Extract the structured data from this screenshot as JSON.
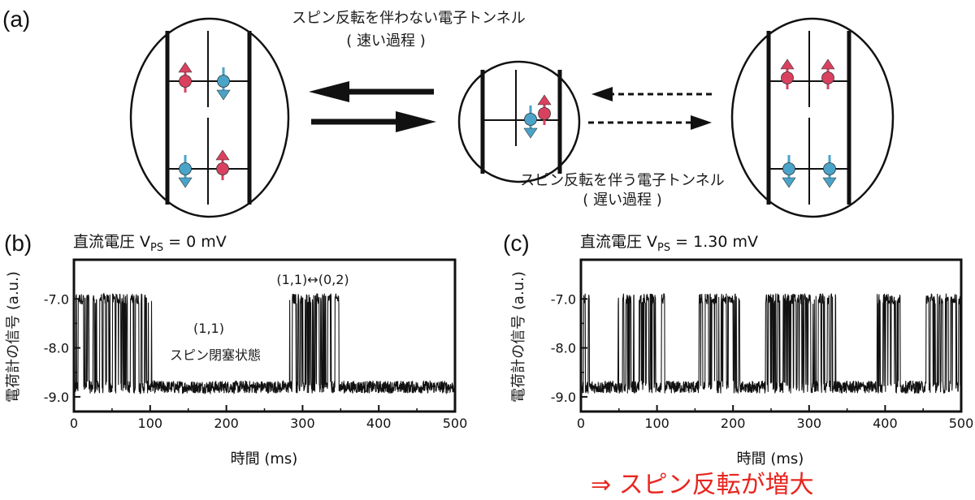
{
  "panel_a": {
    "label": "(a)",
    "top_caption": "スピン反転を伴わない電子トンネル",
    "top_caption_sub": "( 速い過程 )",
    "bottom_caption": "スピン反転を伴う電子トンネル",
    "bottom_caption_sub": "( 遅い過程 )",
    "colors": {
      "spin_up": "#d9415f",
      "spin_down": "#4aa3c8"
    }
  },
  "panel_b": {
    "label": "(b)",
    "header_prefix": "直流電圧 V",
    "header_sub": "PS",
    "header_suffix": " = 0 mV",
    "annotation_transition": "(1,1)↔(0,2)",
    "annotation_state": "(1,1)",
    "annotation_blockade": "スピン閉塞状態"
  },
  "panel_c": {
    "label": "(c)",
    "header_prefix": "直流電圧 V",
    "header_sub": "PS",
    "header_suffix": " = 1.30 mV"
  },
  "axes": {
    "ylabel": "電荷計の信号 (a.u.)",
    "xlabel": "時間 (ms)",
    "xticks": [
      "0",
      "100",
      "200",
      "300",
      "400",
      "500"
    ],
    "yticks": [
      "-7.0",
      "-8.0",
      "-9.0"
    ]
  },
  "conclusion": "⇒ スピン反転が増大",
  "chart_data": [
    {
      "type": "line",
      "name": "(b)",
      "xlabel": "時間 (ms)",
      "ylabel": "電荷計の信号 (a.u.)",
      "xlim": [
        0,
        500
      ],
      "ylim": [
        -9.3,
        -6.2
      ],
      "levels": {
        "high": -7.0,
        "low": -8.8
      },
      "switching_intervals_ms": [
        [
          0,
          102
        ],
        [
          283,
          348
        ]
      ]
    },
    {
      "type": "line",
      "name": "(c)",
      "xlabel": "時間 (ms)",
      "ylabel": "電荷計の信号 (a.u.)",
      "xlim": [
        0,
        500
      ],
      "ylim": [
        -9.3,
        -6.2
      ],
      "levels": {
        "high": -7.0,
        "low": -8.8
      },
      "switching_intervals_ms": [
        [
          0,
          11
        ],
        [
          48,
          110
        ],
        [
          152,
          215
        ],
        [
          240,
          335
        ],
        [
          388,
          420
        ],
        [
          453,
          500
        ]
      ]
    }
  ]
}
